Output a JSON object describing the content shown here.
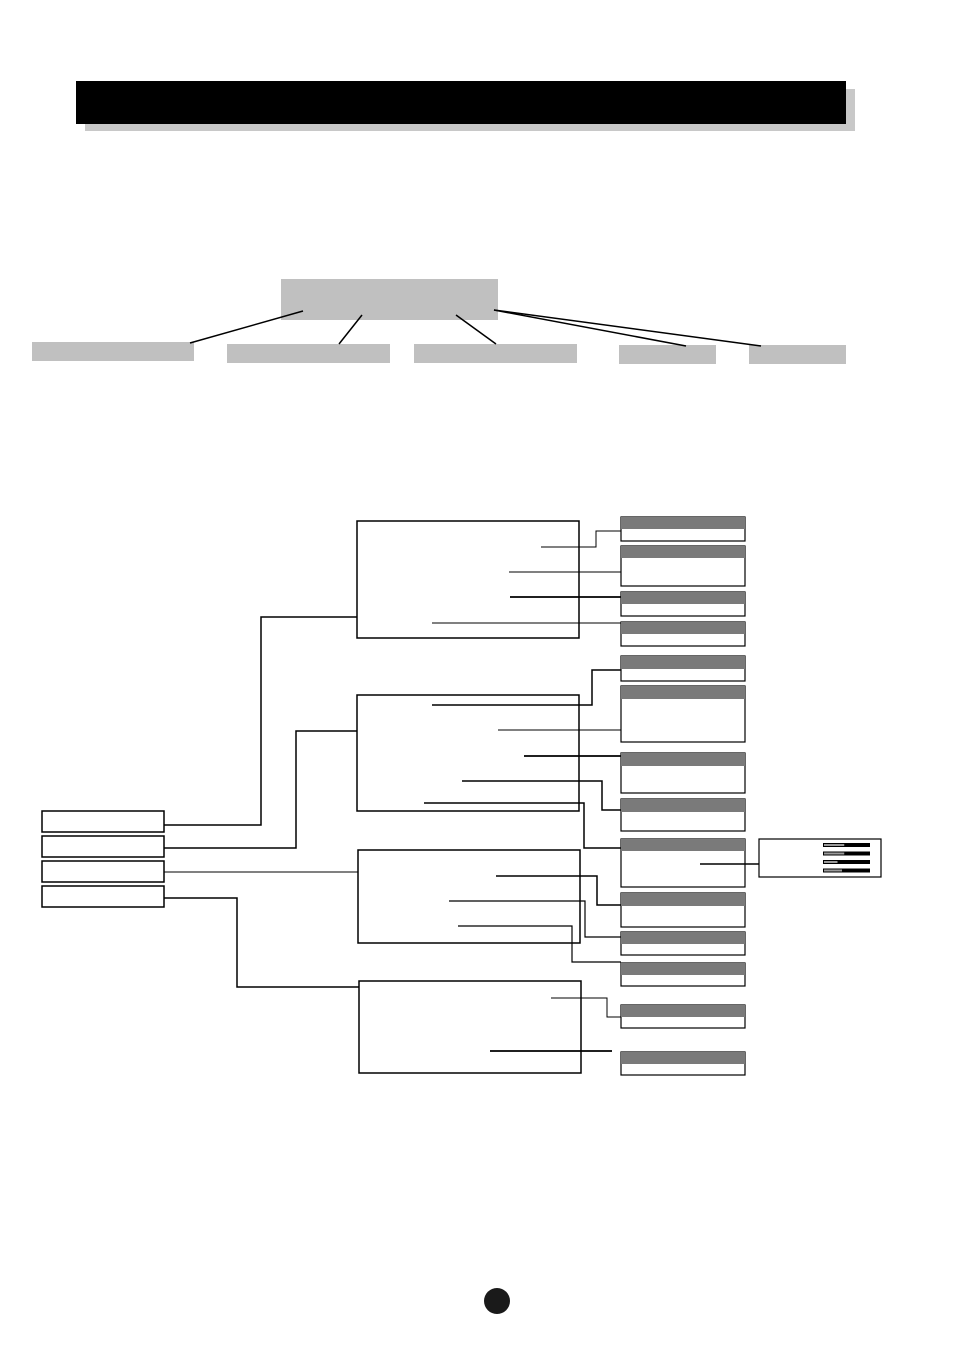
{
  "header": {
    "title": ""
  },
  "colors": {
    "header_bar": "#000000",
    "header_shadow": "#c8c8c8",
    "top_box": "#c0c0c0",
    "submenu_title_bar": "#7a7a7a",
    "line": "#000000",
    "page_dot": "#1a1a1a"
  },
  "top_menu": {
    "root": {
      "label": ""
    },
    "items": [
      {
        "label": ""
      },
      {
        "label": ""
      },
      {
        "label": ""
      },
      {
        "label": ""
      },
      {
        "label": ""
      }
    ]
  },
  "tree": {
    "left_items": [
      {
        "label": ""
      },
      {
        "label": ""
      },
      {
        "label": ""
      },
      {
        "label": ""
      }
    ],
    "menus": [
      {
        "title": "",
        "options": [
          "",
          "",
          "",
          ""
        ]
      },
      {
        "title": "",
        "options": [
          "",
          "",
          "",
          "",
          ""
        ]
      },
      {
        "title": "",
        "options": [
          "",
          "",
          ""
        ]
      },
      {
        "title": "",
        "options": [
          "",
          ""
        ]
      }
    ],
    "submenus": [
      {
        "label": ""
      },
      {
        "label": ""
      },
      {
        "label": ""
      },
      {
        "label": ""
      },
      {
        "label": ""
      },
      {
        "label": ""
      },
      {
        "label": ""
      },
      {
        "label": ""
      },
      {
        "label": ""
      },
      {
        "label": ""
      },
      {
        "label": ""
      },
      {
        "label": ""
      },
      {
        "label": ""
      },
      {
        "label": ""
      }
    ],
    "level_meter": {
      "levels": [
        0.45,
        0.45,
        0.3,
        0.4
      ]
    }
  },
  "page_number": ""
}
